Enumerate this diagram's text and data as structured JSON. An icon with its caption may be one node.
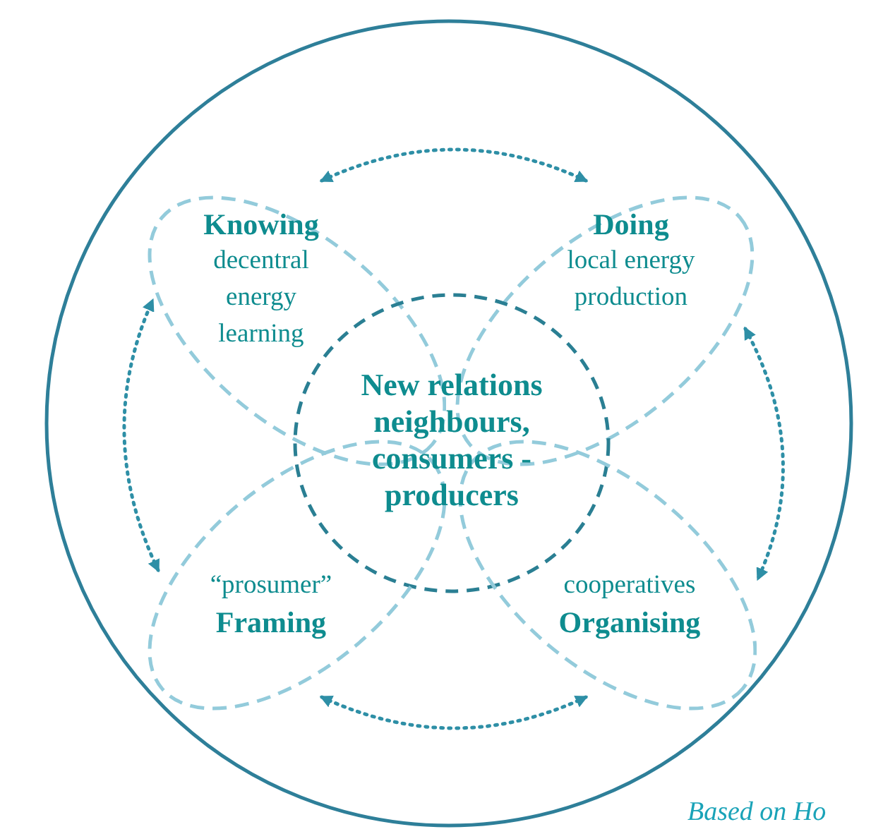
{
  "diagram": {
    "nodes": [
      {
        "text": [],
        "shape": "circle"
      },
      {
        "text": [
          "Knowing",
          "decentral energy learning"
        ],
        "in": 0
      },
      {
        "text": [
          "Doing",
          "local energy production"
        ],
        "in": 0
      },
      {
        "text": [
          "New relations neighbours, consumers - producers"
        ],
        "in": 0
      },
      {
        "text": [
          "“prosumer”",
          "Framing"
        ],
        "in": 0
      },
      {
        "text": [
          "cooperatives",
          "Organising"
        ],
        "in": 0
      }
    ],
    "edges": [
      {
        "from": 1,
        "to": 2,
        "arrow": "both"
      },
      {
        "from": 2,
        "to": 5,
        "arrow": "both"
      },
      {
        "from": 5,
        "to": 4,
        "arrow": "both"
      },
      {
        "from": 4,
        "to": 1,
        "arrow": "both"
      }
    ],
    "caption": "Based on Ho"
  }
}
